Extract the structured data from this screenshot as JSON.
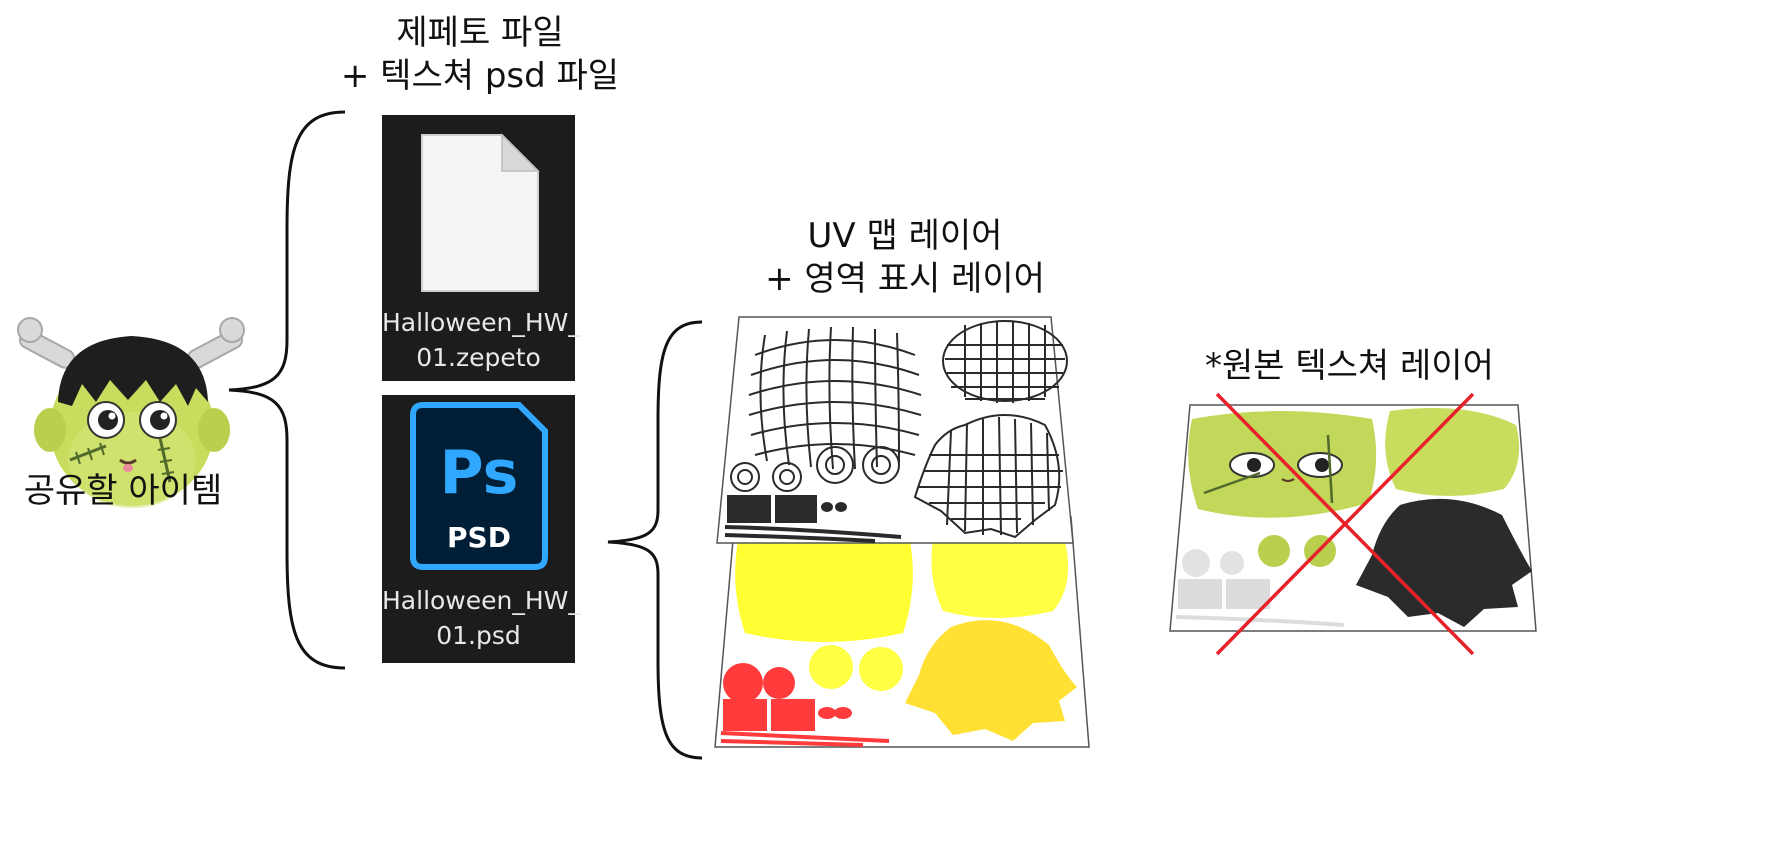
{
  "item_label": "공유할 아이템",
  "files_heading": {
    "line1": "제페토 파일",
    "line2": "+ 텍스쳐 psd 파일"
  },
  "files": [
    {
      "icon": "document-icon",
      "name_line1": "Halloween_HW_",
      "name_line2": "01.zepeto"
    },
    {
      "icon": "photoshop-psd-icon",
      "name_line1": "Halloween_HW_",
      "name_line2": "01.psd",
      "badge": "Ps",
      "ext": "PSD"
    }
  ],
  "layers_heading": {
    "line1": "UV 맵 레이어",
    "line2": "+ 영역 표시 레이어"
  },
  "original_heading": "*원본 텍스쳐 레이어",
  "colors": {
    "tile_bg": "#1c1c1c",
    "ps_blue": "#31a8ff",
    "ps_dark": "#001e36",
    "region_yellow": "#ffff33",
    "region_red": "#ff3b3b",
    "cross_red": "#e8222a",
    "skin_green": "#c9dc5e"
  }
}
